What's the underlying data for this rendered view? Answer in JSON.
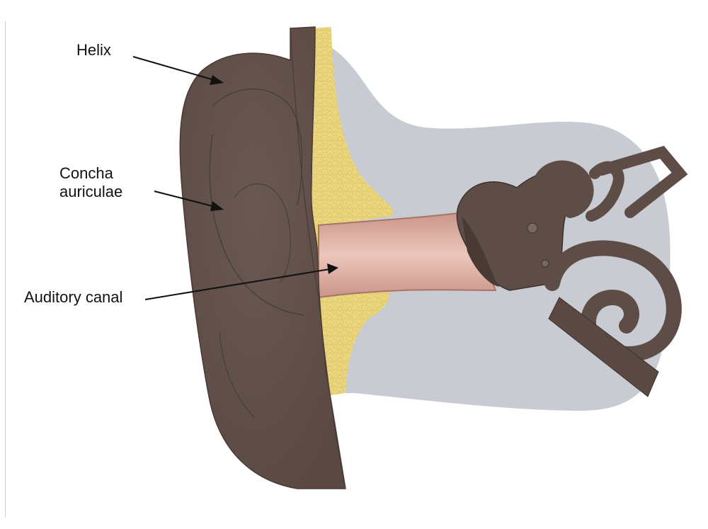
{
  "labels": {
    "helix": "Helix",
    "concha_line1": "Concha",
    "concha_line2": "auriculae",
    "auditory_canal": "Auditory canal"
  },
  "colors": {
    "head_background": "#c8ccd2",
    "outer_ear": "#6e5c56",
    "outer_ear_shadow": "#5a4a45",
    "cartilage_fat": "#e6d07a",
    "canal": "#d6aba0",
    "inner_ear": "#5e4d47",
    "arrow": "#111111"
  }
}
